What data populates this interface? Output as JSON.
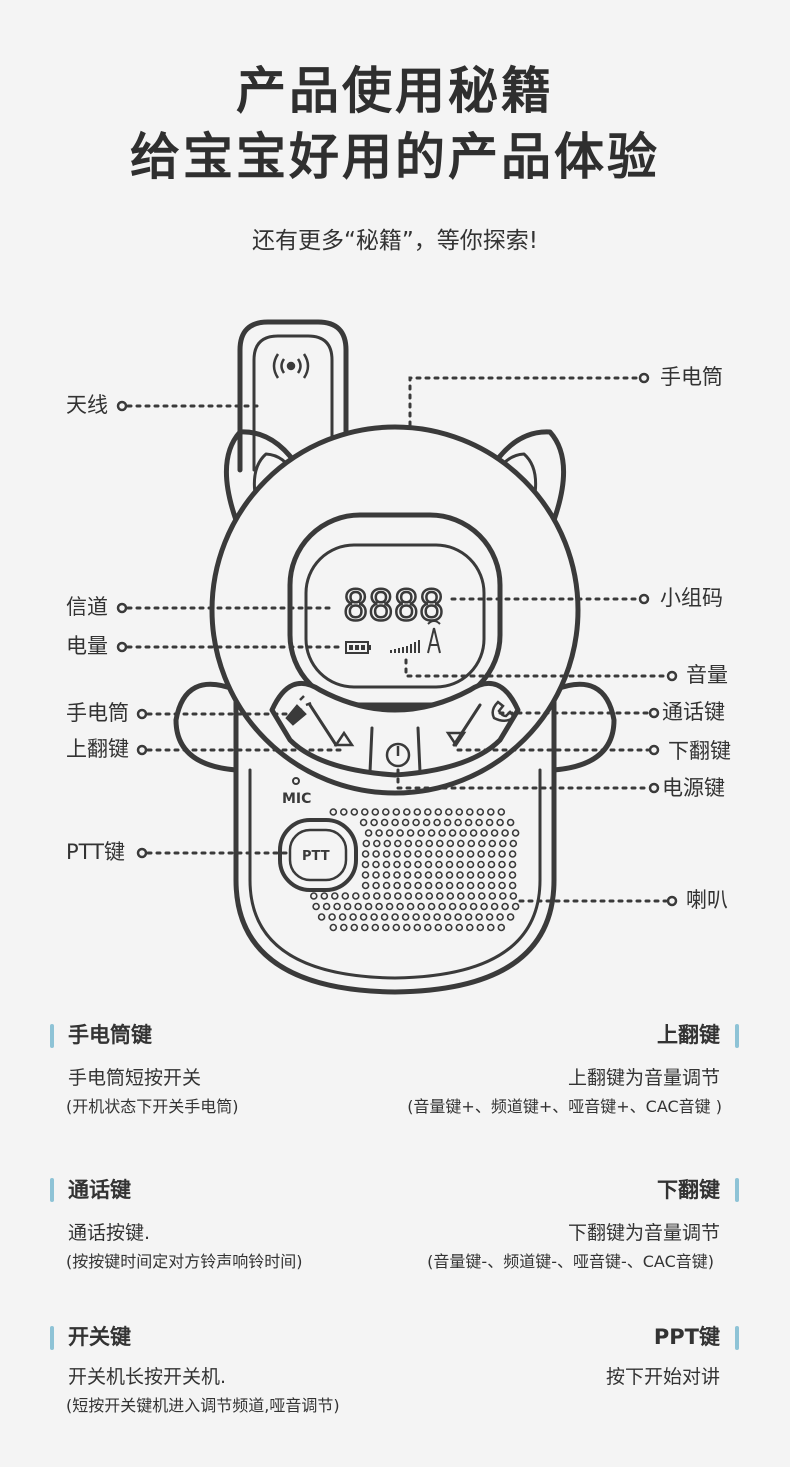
{
  "header": {
    "title_line1": "产品使用秘籍",
    "title_line2": "给宝宝好用的产品体验",
    "subtitle": "还有更多“秘籍”，等你探索!"
  },
  "device": {
    "lcd_digits": "8888",
    "ptt_label": "PTT",
    "mic_label": "MIC",
    "labels": {
      "antenna": "天线",
      "flashlight_top": "手电筒",
      "channel": "信道",
      "battery": "电量",
      "flashlight_btn": "手电筒",
      "up_btn": "上翻键",
      "ptt_btn": "PTT键",
      "subcode": "小组码",
      "volume": "音量",
      "call_btn": "通话键",
      "down_btn": "下翻键",
      "power_btn": "电源键",
      "speaker": "喇叭"
    }
  },
  "sections": [
    {
      "title": "手电筒键",
      "desc": "手电筒短按开关",
      "note": "(开机状态下开关手电筒)"
    },
    {
      "title": "上翻键",
      "desc": "上翻键为音量调节",
      "note": "(音量键+、频道键+、哑音键+、CAC音键 )"
    },
    {
      "title": "通话键",
      "desc": "通话按键.",
      "note": "(按按键时间定对方铃声响铃时间)"
    },
    {
      "title": "下翻键",
      "desc": "下翻键为音量调节",
      "note": "(音量键-、频道键-、哑音键-、CAC音键)"
    },
    {
      "title": "开关键",
      "desc": "开关机长按开关机.",
      "note": "(短按开关键机进入调节频道,哑音调节)"
    },
    {
      "title": "PPT键",
      "desc": "按下开始对讲",
      "note": ""
    }
  ],
  "colors": {
    "accent_bar": "#8ec3d6",
    "line": "#3a3a3a",
    "background": "#f4f4f4"
  }
}
